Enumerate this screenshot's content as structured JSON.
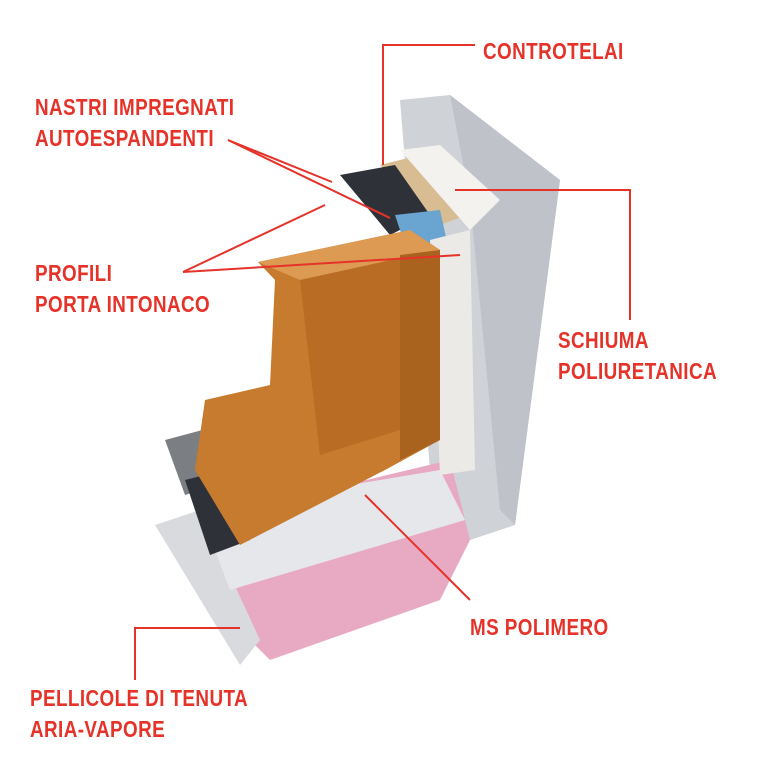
{
  "labels": {
    "controtelai": "CONTROTELAI",
    "nastri_line1": "NASTRI IMPREGNATI",
    "nastri_line2": "AUTOESPANDENTI",
    "profili_line1": "PROFILI",
    "profili_line2": "PORTA INTONACO",
    "schiuma_line1": "SCHIUMA",
    "schiuma_line2": "POLIURETANICA",
    "ms_polimero": "MS POLIMERO",
    "pellicole_line1": "PELLICOLE DI TENUTA",
    "pellicole_line2": "ARIA-VAPORE"
  },
  "colors": {
    "label": "#e5332a",
    "wood": "#c87a2c",
    "wall": "#d2d4d8",
    "membrane": "#e8a7c0",
    "tape": "#5b9bc9"
  }
}
